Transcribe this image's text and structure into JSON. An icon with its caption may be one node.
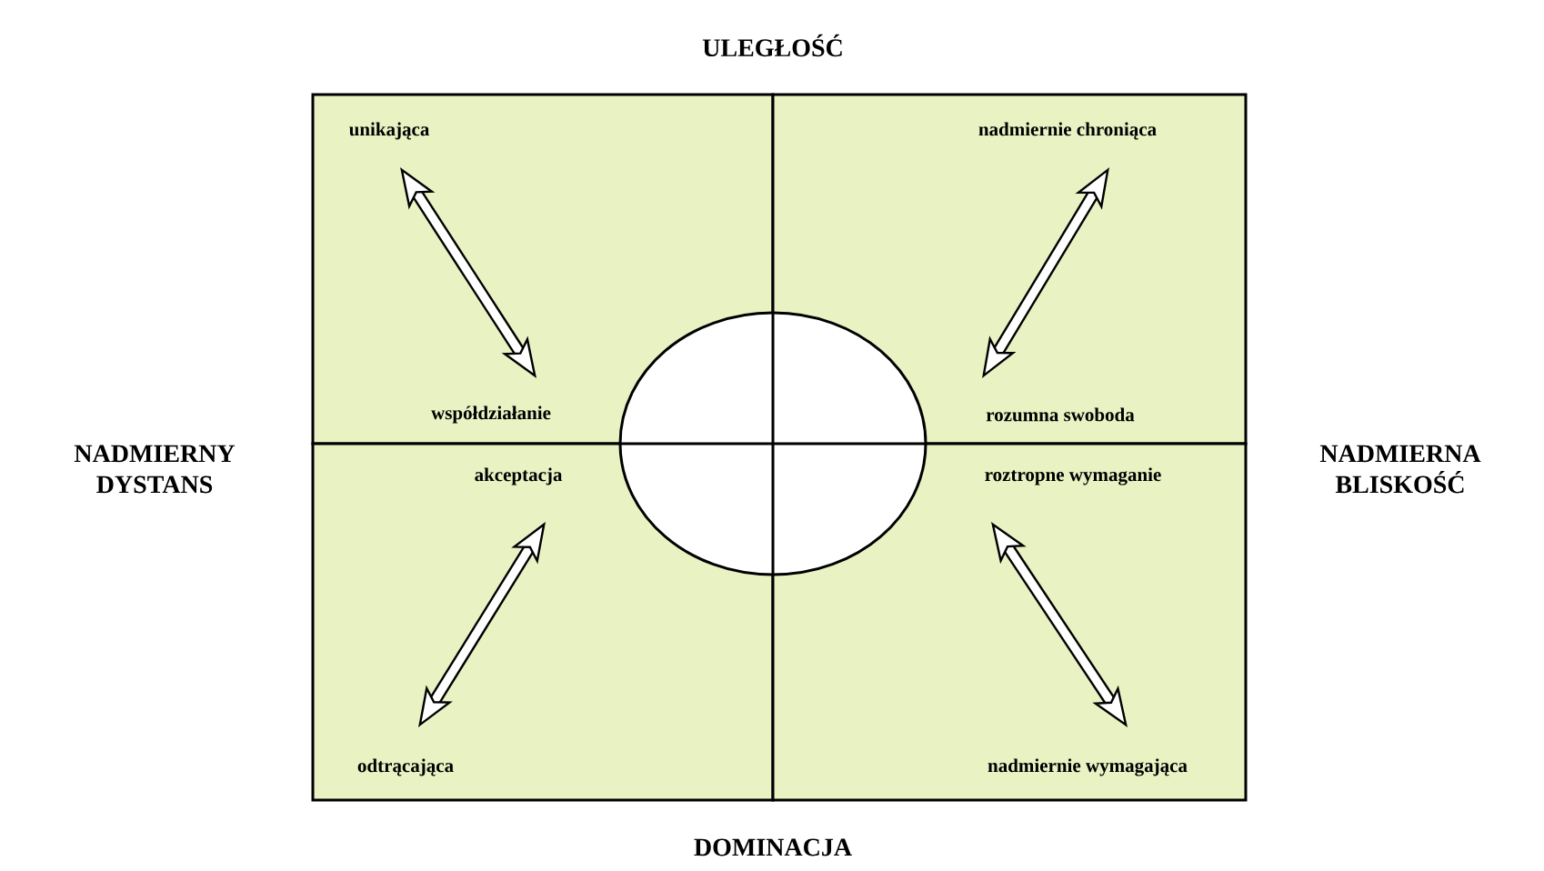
{
  "diagram": {
    "nodes": [
      {
        "text": [],
        "shape": "box"
      },
      {
        "text": [
          "unikająca"
        ],
        "in": 0
      },
      {
        "text": [
          "współdziałanie"
        ],
        "in": 0
      },
      {
        "text": [],
        "shape": "box"
      },
      {
        "text": [
          "nadmiernie chroniąca"
        ],
        "in": 3
      },
      {
        "text": [
          "rozumna swoboda"
        ],
        "in": 3
      },
      {
        "text": [],
        "shape": "box"
      },
      {
        "text": [
          "akceptacja"
        ],
        "in": 6
      },
      {
        "text": [
          "odtrącająca"
        ],
        "in": 6
      },
      {
        "text": [],
        "shape": "box"
      },
      {
        "text": [
          "roztropne wymaganie"
        ],
        "in": 9
      },
      {
        "text": [
          "nadmiernie wymagająca"
        ],
        "in": 9
      },
      {
        "text": [],
        "shape": "circle"
      }
    ],
    "edges": [
      {
        "from": 1,
        "to": 2,
        "arrow": "both"
      },
      {
        "from": 4,
        "to": 5,
        "arrow": "both"
      },
      {
        "from": 7,
        "to": 8,
        "arrow": "both"
      },
      {
        "from": 10,
        "to": 11,
        "arrow": "both"
      }
    ],
    "labels": [
      "ULEGŁOŚĆ",
      "NADMIERNY DYSTANS",
      "NADMIERNA BLISKOŚĆ",
      "DOMINACJA"
    ]
  }
}
